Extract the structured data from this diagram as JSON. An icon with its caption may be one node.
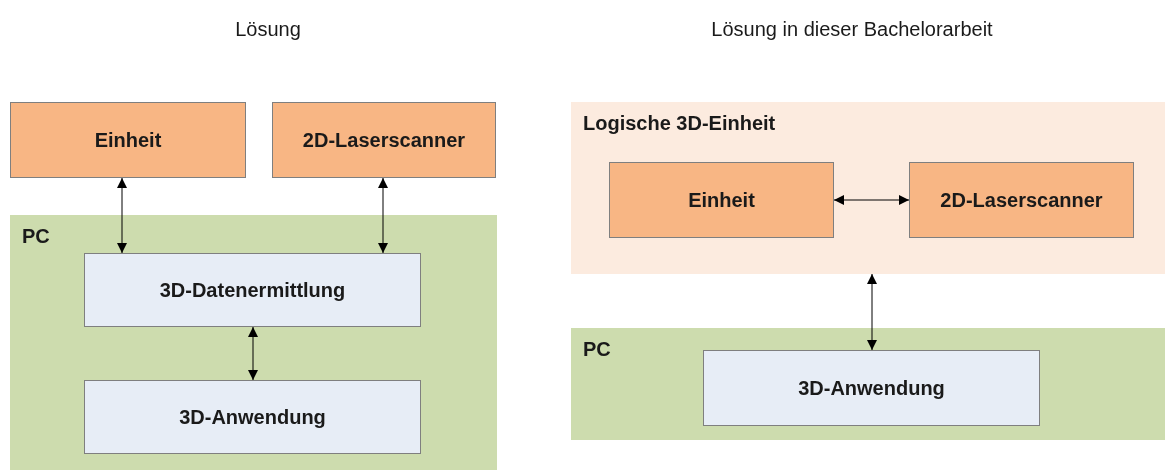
{
  "diagram": {
    "title": "Lösung",
    "caption": "Lösung in dieser Bachelorarbeit",
    "nodes": [
      {
        "text": [
          "Einheit"
        ]
      },
      {
        "text": [
          "2D-Laserscanner"
        ]
      },
      {
        "text": [
          "PC"
        ]
      },
      {
        "text": [
          "3D-Datenermittlung"
        ],
        "in": 2
      },
      {
        "text": [
          "3D-Anwendung"
        ],
        "in": 2
      },
      {
        "text": [
          "Logische 3D-Einheit"
        ]
      },
      {
        "text": [
          "Einheit"
        ],
        "in": 5
      },
      {
        "text": [
          "2D-Laserscanner"
        ],
        "in": 5
      },
      {
        "text": [
          "PC"
        ]
      },
      {
        "text": [
          "3D-Anwendung"
        ],
        "in": 8
      }
    ],
    "edges": [
      {
        "from": 0,
        "to": 3,
        "arrow": "both"
      },
      {
        "from": 1,
        "to": 3,
        "arrow": "both"
      },
      {
        "from": 3,
        "to": 4,
        "arrow": "both"
      },
      {
        "from": 6,
        "to": 7,
        "arrow": "both"
      },
      {
        "from": 5,
        "to": 9,
        "arrow": "both"
      }
    ]
  }
}
